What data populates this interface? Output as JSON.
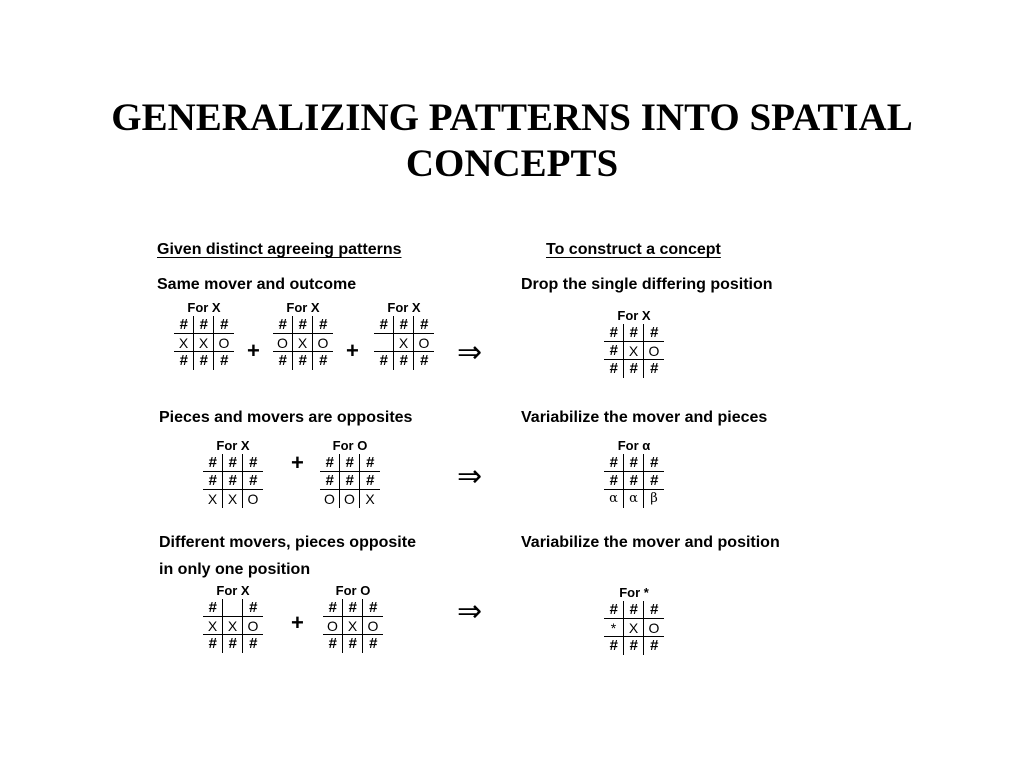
{
  "title": {
    "line1": "GENERALIZING PATTERNS INTO SPATIAL",
    "line2": "CONCEPTS"
  },
  "headers": {
    "left": "Given distinct agreeing patterns",
    "right": "To construct a concept"
  },
  "rows": [
    {
      "left_label": [
        "Same mover and outcome"
      ],
      "right_label": "Drop the single differing position",
      "inputs": [
        {
          "for": "For X",
          "cells": [
            "#",
            "#",
            "#",
            "X",
            "X",
            "O",
            "#",
            "#",
            "#"
          ]
        },
        {
          "for": "For X",
          "cells": [
            "#",
            "#",
            "#",
            "O",
            "X",
            "O",
            "#",
            "#",
            "#"
          ]
        },
        {
          "for": "For X",
          "cells": [
            "#",
            "#",
            "#",
            "",
            "X",
            "O",
            "#",
            "#",
            "#"
          ]
        }
      ],
      "result": {
        "for": "For X",
        "cells": [
          "#",
          "#",
          "#",
          "#",
          "X",
          "O",
          "#",
          "#",
          "#"
        ]
      }
    },
    {
      "left_label": [
        "Pieces and movers are opposites"
      ],
      "right_label": "Variabilize the mover and pieces",
      "inputs": [
        {
          "for": "For X",
          "cells": [
            "#",
            "#",
            "#",
            "#",
            "#",
            "#",
            "X",
            "X",
            "O"
          ]
        },
        {
          "for": "For O",
          "cells": [
            "#",
            "#",
            "#",
            "#",
            "#",
            "#",
            "O",
            "O",
            "X"
          ]
        }
      ],
      "result": {
        "for": "For α",
        "cells": [
          "#",
          "#",
          "#",
          "#",
          "#",
          "#",
          "α",
          "α",
          "β"
        ]
      }
    },
    {
      "left_label": [
        "Different movers, pieces opposite",
        "in only one position"
      ],
      "right_label": "Variabilize the mover and position",
      "inputs": [
        {
          "for": "For X",
          "cells": [
            "#",
            "",
            "#",
            "X",
            "X",
            "O",
            "#",
            "#",
            "#"
          ]
        },
        {
          "for": "For O",
          "cells": [
            "#",
            "#",
            "#",
            "O",
            "X",
            "O",
            "#",
            "#",
            "#"
          ]
        }
      ],
      "result": {
        "for": "For *",
        "cells": [
          "#",
          "#",
          "#",
          "*",
          "X",
          "O",
          "#",
          "#",
          "#"
        ]
      }
    }
  ],
  "symbols": {
    "plus": "+",
    "implies": "⇒"
  }
}
